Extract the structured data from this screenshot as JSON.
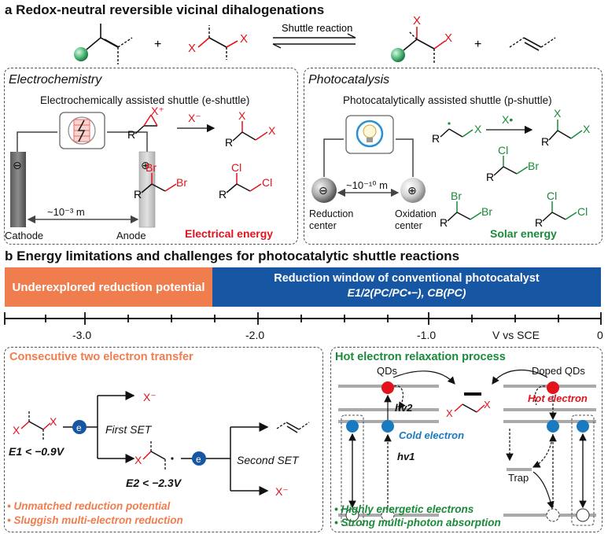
{
  "section_a": {
    "title": "a Redox-neutral reversible vicinal dihalogenations",
    "shuttle_label": "Shuttle reaction",
    "plus": "+",
    "atom_x": "X"
  },
  "electro": {
    "title": "Electrochemistry",
    "subtitle": "Electrochemically assisted shuttle (e-shuttle)",
    "distance": "~10⁻³ m",
    "cathode": "Cathode",
    "anode": "Anode",
    "energy": "Electrical energy",
    "x_plus": "X⁺",
    "x_minus": "X⁻",
    "br": "Br",
    "cl": "Cl",
    "r": "R",
    "x": "X",
    "minus": "⊖",
    "plus": "⊕"
  },
  "photo": {
    "title": "Photocatalysis",
    "subtitle": "Photocatalytically assisted shuttle (p-shuttle)",
    "distance": "~10⁻¹⁰ m",
    "reduction": "Reduction\ncenter",
    "oxidation": "Oxidation\ncenter",
    "energy": "Solar energy",
    "x_radical": "X•",
    "br": "Br",
    "cl": "Cl",
    "r": "R",
    "x": "X"
  },
  "section_b": {
    "title": "b Energy limitations and challenges for photocatalytic shuttle reactions",
    "band_left": "Underexplored reduction potential",
    "band_right_1": "Reduction window of conventional photocatalyst",
    "band_right_2": "E1/2(PC/PC•−), CB(PC)",
    "axis_ticks": [
      "-3.0",
      "-2.0",
      "-1.0",
      "0"
    ],
    "axis_unit": "V vs SCE"
  },
  "left_panel": {
    "title": "Consecutive two electron transfer",
    "x_minus": "X⁻",
    "e": "e",
    "first_set": "First SET",
    "second_set": "Second SET",
    "e1": "E1 < −0.9V",
    "e2": "E2 < −2.3V",
    "bullet1": "• Unmatched reduction potential",
    "bullet2": "• Sluggish multi-electron reduction",
    "x": "X"
  },
  "right_panel": {
    "title": "Hot electron relaxation process",
    "qds": "QDs",
    "doped_qds": "Doped QDs",
    "hv2": "hv2",
    "hv1": "hv1",
    "hot_electron": "Hot electron",
    "cold_electron": "Cold electron",
    "trap": "Trap",
    "bullet1": "• Highly energetic electrons",
    "bullet2": "• Strong multi-photon absorption",
    "x": "X"
  },
  "colors": {
    "red": "#e3121b",
    "green": "#1a8a3a",
    "orange": "#ef7d4d",
    "blue_band": "#1656a3",
    "electron_blue": "#1a7ac0"
  }
}
